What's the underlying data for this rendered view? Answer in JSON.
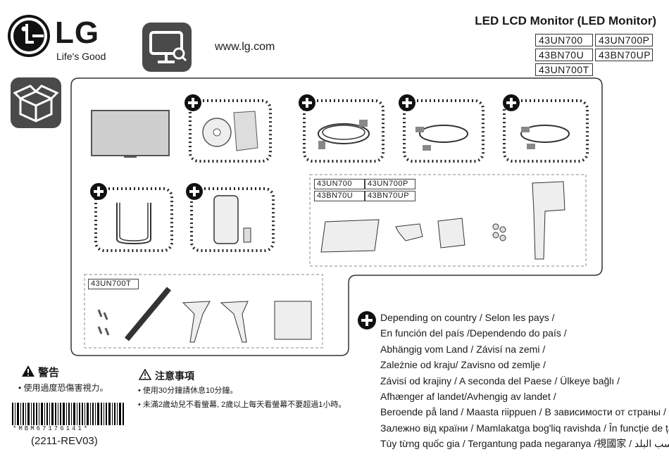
{
  "header": {
    "brand": "LG",
    "tagline": "Life's Good",
    "website": "www.lg.com",
    "title": "LED LCD Monitor (LED Monitor)",
    "models": [
      "43UN700",
      "43UN700P",
      "43BN70U",
      "43BN70UP",
      "43UN700T"
    ]
  },
  "panel": {
    "group_models": [
      "43UN700",
      "43UN700P",
      "43BN70U",
      "43BN70UP"
    ],
    "t_model": "43UN700T"
  },
  "warning": {
    "title": "警告",
    "line": "• 使用過度恐傷害視力。"
  },
  "notice": {
    "title": "注意事項",
    "line1": "• 使用30分鐘請休息10分鐘。",
    "line2": "• 未滿2歲幼兒不看螢幕, 2歲以上每天看螢幕不要超過1小時。"
  },
  "barcode": {
    "text": "*MBM67176141*",
    "revision": "(2211-REV03)"
  },
  "depending": [
    "Depending on country /  Selon les pays /",
    "En función del país /Dependendo do país /",
    "Abhängig vom Land / Závisí na zemi /",
    "Zależnie od kraju/ Zavisno od zemlje /",
    "Závisí od krajiny /  A seconda del Paese / Ülkeye bağlı /",
    "Afhænger af landet/Avhengig av landet /",
    "Beroende på land / Maasta riippuen / В зависимости от страны /",
    "Залежно від країни / Mamlakatga bog'liq ravishda / În funcție de țară /",
    "Tùy từng quốc gia  / Tergantung pada negaranya /視國家 / بحسب البلد"
  ],
  "icons": {
    "logo": "lg-logo-icon",
    "monitor": "monitor-search-icon",
    "box": "package-box-icon",
    "plus": "plus-circle-icon",
    "warning": "warning-triangle-icon"
  }
}
